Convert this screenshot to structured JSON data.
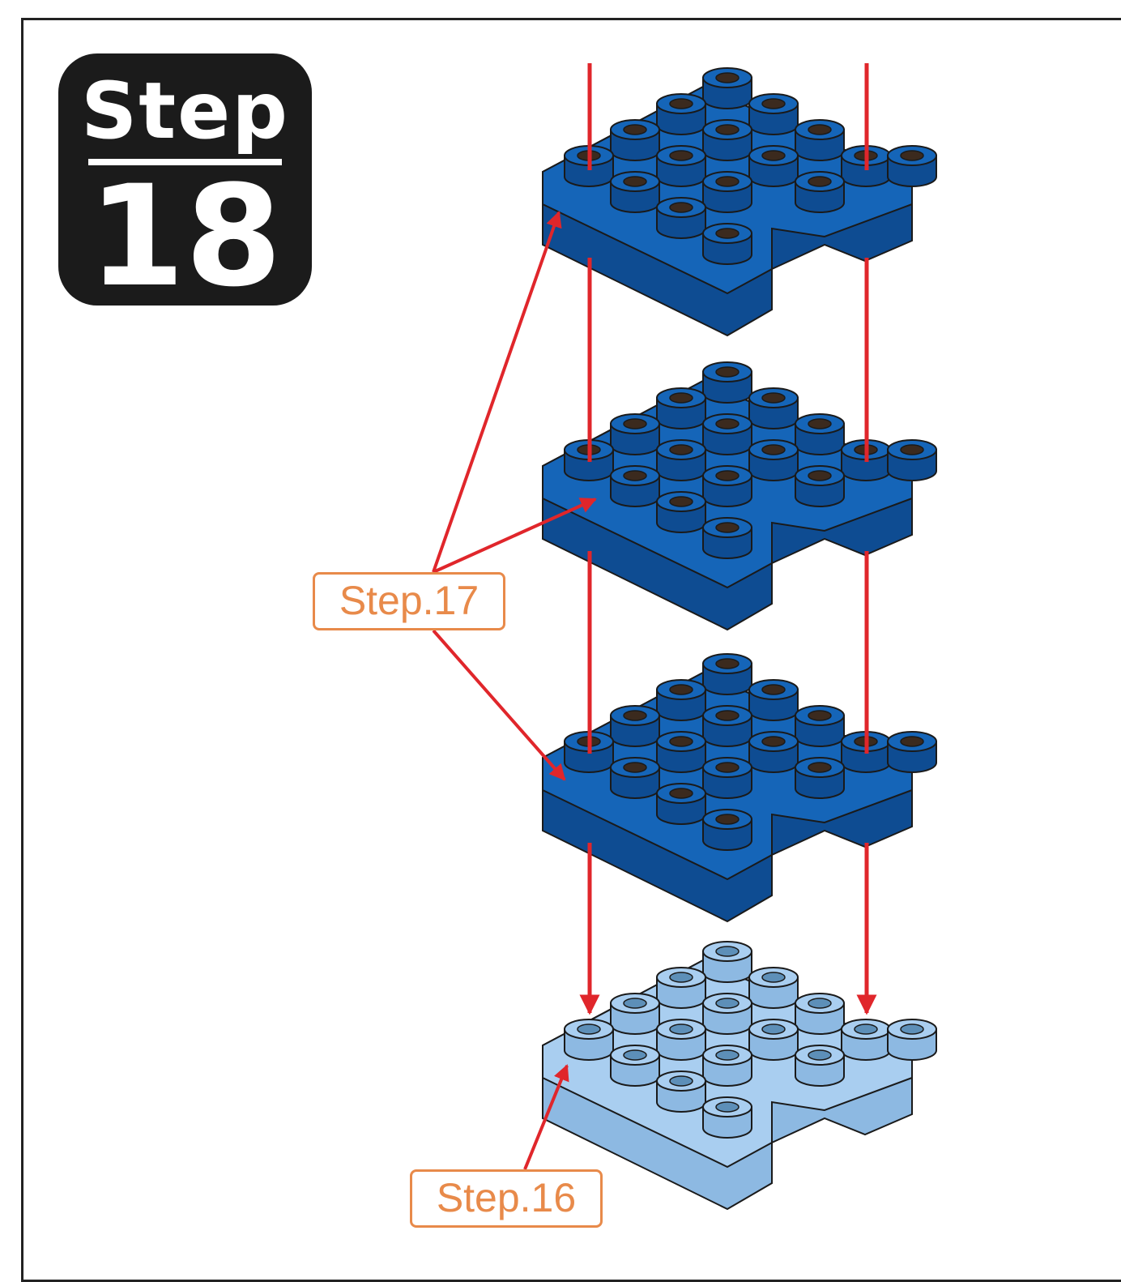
{
  "badge": {
    "word": "Step",
    "number": "18"
  },
  "callouts": {
    "step17": "Step.17",
    "step16": "Step.16"
  },
  "colors": {
    "brick_dark": "#1565b8",
    "brick_dark_side": "#0e4c92",
    "brick_light": "#a9cef0",
    "brick_light_side": "#8db9e2",
    "arrow": "#e0262b",
    "callout_border": "#e88a4a"
  },
  "layers": [
    {
      "name": "dark-blue-layer-1",
      "shade": "dark"
    },
    {
      "name": "dark-blue-layer-2",
      "shade": "dark"
    },
    {
      "name": "dark-blue-layer-3",
      "shade": "dark"
    },
    {
      "name": "light-blue-base",
      "shade": "light"
    }
  ]
}
